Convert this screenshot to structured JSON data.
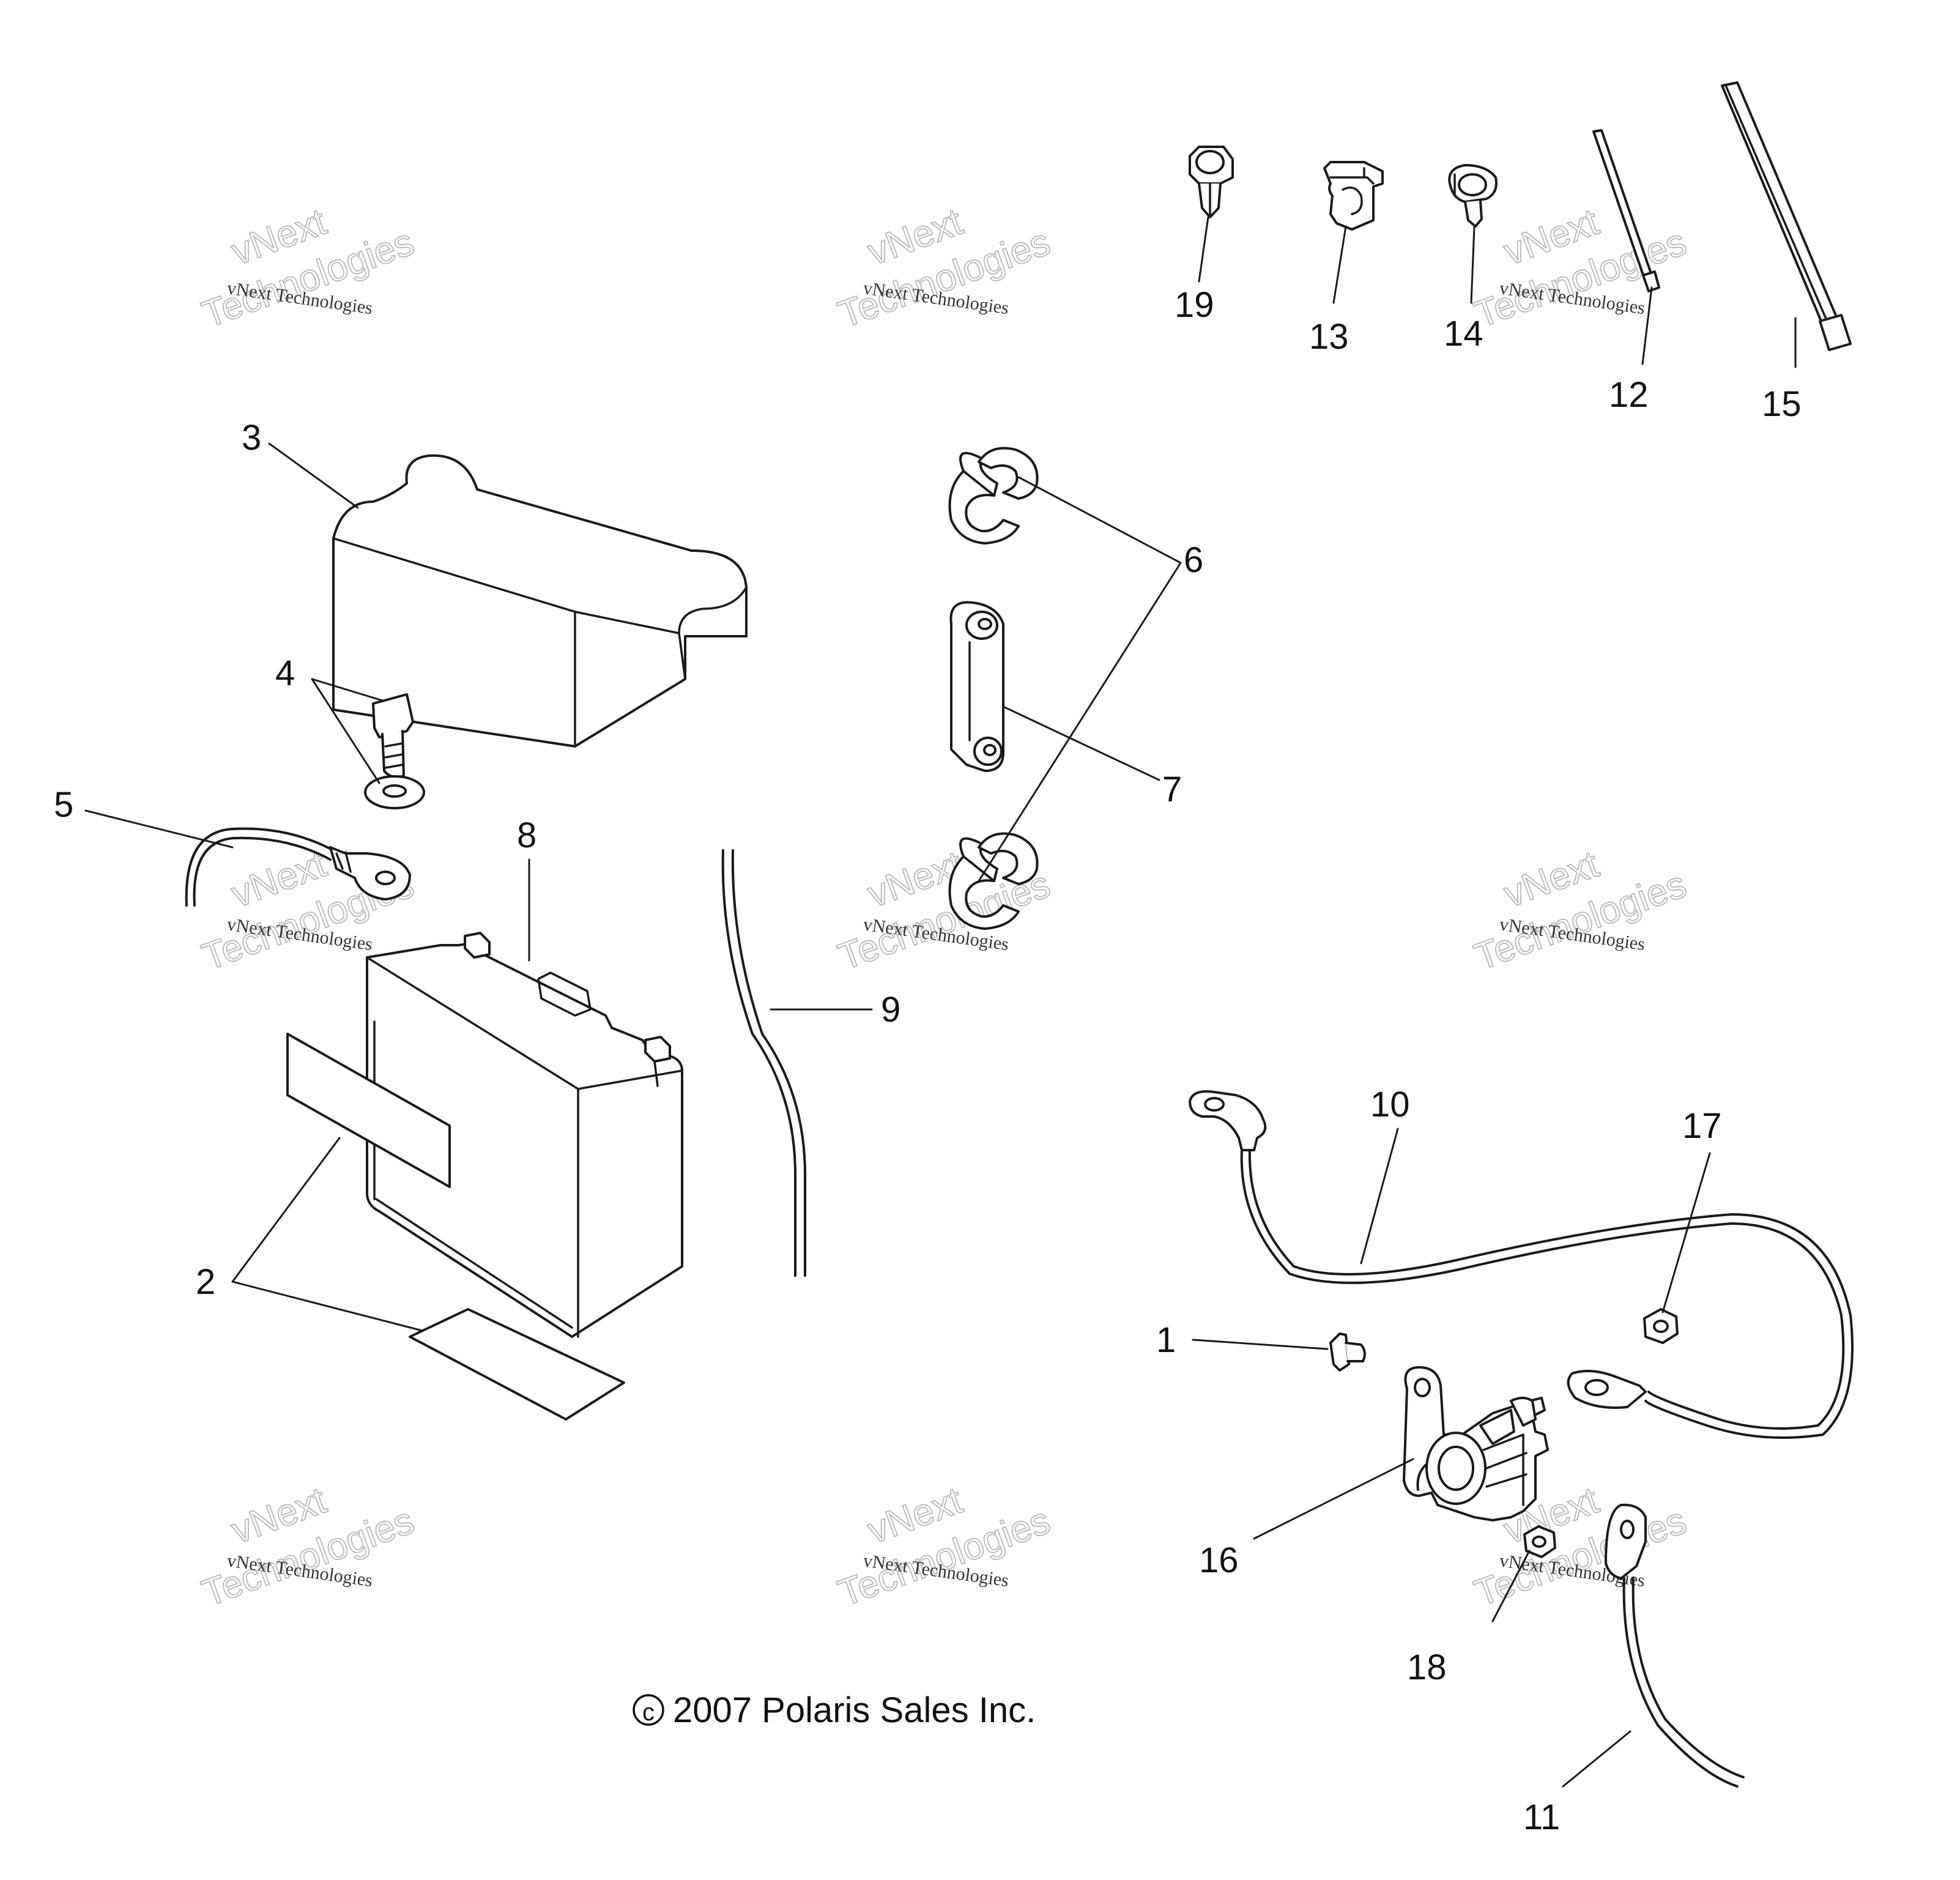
{
  "diagram": {
    "type": "exploded-parts-diagram",
    "copyright": "2007 Polaris Sales Inc.",
    "copyright_symbol": "c",
    "watermark": {
      "line1": "vNext",
      "line2": "vNext Technologies",
      "line3": "Technologies"
    },
    "callouts": [
      "1",
      "2",
      "3",
      "4",
      "5",
      "6",
      "7",
      "8",
      "9",
      "10",
      "11",
      "12",
      "13",
      "14",
      "15",
      "16",
      "17",
      "18",
      "19"
    ],
    "colors": {
      "line": "#1a1a1a",
      "background": "#ffffff",
      "watermark": "#bdbdbd"
    }
  }
}
